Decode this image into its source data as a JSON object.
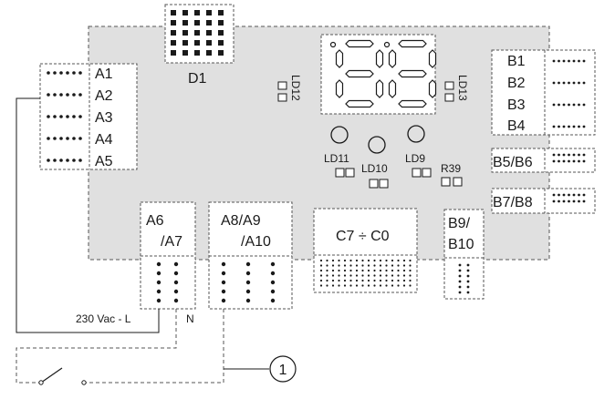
{
  "connectors": {
    "d1": "D1",
    "a_left": [
      "A1",
      "A2",
      "A3",
      "A4",
      "A5"
    ],
    "a6": [
      "A6",
      "/A7"
    ],
    "a8": [
      "A8/A9",
      "/A10"
    ],
    "c": "C7 ÷ C0",
    "b_right": [
      "B1",
      "B2",
      "B3",
      "B4"
    ],
    "b56": "B5/B6",
    "b78": "B7/B8",
    "b9": [
      "B9/",
      "B10"
    ]
  },
  "leds": {
    "ld12": "LD12",
    "ld13": "LD13",
    "ld11": "LD11",
    "ld10": "LD10",
    "ld9": "LD9",
    "r39": "R39"
  },
  "display": {
    "digits": "8",
    "value": "88"
  },
  "power": {
    "line": "230 Vac - L",
    "neutral": "N"
  },
  "callout": "1",
  "colors": {
    "board": "#e0e0e0",
    "stroke": "#1a1a1a",
    "dash": "#555555"
  }
}
